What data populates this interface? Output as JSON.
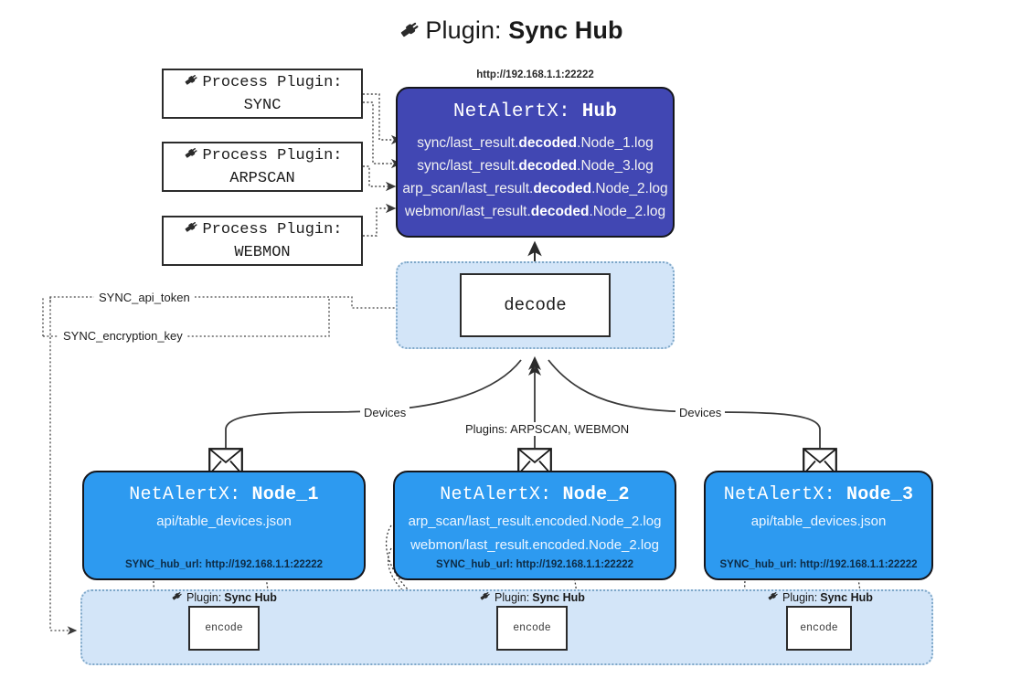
{
  "title": {
    "icon": "plug-icon",
    "prefix": "Plugin: ",
    "name": "Sync Hub"
  },
  "process_plugins": [
    {
      "label": "Process Plugin:",
      "name": "SYNC",
      "icon": "plug-icon"
    },
    {
      "label": "Process Plugin:",
      "name": "ARPSCAN",
      "icon": "plug-icon"
    },
    {
      "label": "Process Plugin:",
      "name": "WEBMON",
      "icon": "plug-icon"
    }
  ],
  "hub": {
    "url": "http://192.168.1.1:22222",
    "title_prefix": "NetAlertX: ",
    "title_name": "Hub",
    "logs": [
      {
        "pre": "sync/last_result.",
        "em": "decoded",
        "post": ".Node_1.log"
      },
      {
        "pre": "sync/last_result.",
        "em": "decoded",
        "post": ".Node_3.log"
      },
      {
        "pre": "arp_scan/last_result.",
        "em": "decoded",
        "post": ".Node_2.log"
      },
      {
        "pre": "webmon/last_result.",
        "em": "decoded",
        "post": ".Node_2.log"
      }
    ]
  },
  "decode": {
    "label": "decode"
  },
  "settings": {
    "api_token": "SYNC_api_token",
    "encryption_key": "SYNC_encryption_key"
  },
  "edges": {
    "devices_left": "Devices",
    "devices_right": "Devices",
    "plugins_center": "Plugins: ARPSCAN, WEBMON"
  },
  "nodes": [
    {
      "title_prefix": "NetAlertX: ",
      "title_name": "Node_1",
      "lines": [
        "api/table_devices.json"
      ],
      "url_label": "SYNC_hub_url: http://192.168.1.1:22222",
      "envelope_icon": "envelope-icon"
    },
    {
      "title_prefix": "NetAlertX: ",
      "title_name": "Node_2",
      "lines": [
        "arp_scan/last_result.encoded.Node_2.log",
        "webmon/last_result.encoded.Node_2.log"
      ],
      "url_label": "SYNC_hub_url: http://192.168.1.1:22222",
      "envelope_icon": "envelope-icon"
    },
    {
      "title_prefix": "NetAlertX: ",
      "title_name": "Node_3",
      "lines": [
        "api/table_devices.json"
      ],
      "url_label": "SYNC_hub_url: http://192.168.1.1:22222",
      "envelope_icon": "envelope-icon"
    }
  ],
  "encoders": [
    {
      "plugin_prefix": "Plugin: ",
      "plugin_name": "Sync Hub",
      "box_label": "encode",
      "icon": "plug-icon"
    },
    {
      "plugin_prefix": "Plugin: ",
      "plugin_name": "Sync Hub",
      "box_label": "encode",
      "icon": "plug-icon"
    },
    {
      "plugin_prefix": "Plugin: ",
      "plugin_name": "Sync Hub",
      "box_label": "encode",
      "icon": "plug-icon"
    }
  ],
  "colors": {
    "hub": "#4147b3",
    "node": "#2d9af0",
    "container": "#d3e5f8",
    "container_border": "#7fa8c9",
    "stroke": "#2b2b2b"
  }
}
